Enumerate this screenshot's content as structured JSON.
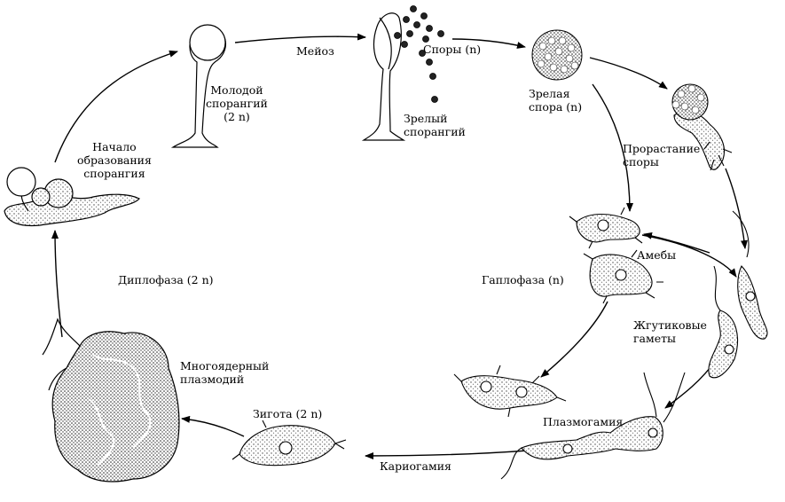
{
  "labels": {
    "meiosis": "Мейоз",
    "young_sporangium": "Молодой\nспорангий\n(2 n)",
    "spores": "Споры (n)",
    "mature_sporangium": "Зрелый\nспорангий",
    "mature_spore": "Зрелая\nспора (n)",
    "germination": "Прорастание\nспоры",
    "start_sporangium": "Начало\nобразования\nспорангия",
    "amoebae": "Амебы",
    "diplophase": "Диплофаза (2 n)",
    "haplophase": "Гаплофаза (n)",
    "flagellated_gametes": "Жгутиковые\nгаметы",
    "multinuclear_plasmodium": "Многоядерный\nплазмодий",
    "zygote": "Зигота (2 n)",
    "plasmogamy": "Плазмогамия",
    "karyogamy": "Кариогамия"
  },
  "colors": {
    "ink": "#000000",
    "paper": "#ffffff",
    "stipple": "#555555"
  }
}
